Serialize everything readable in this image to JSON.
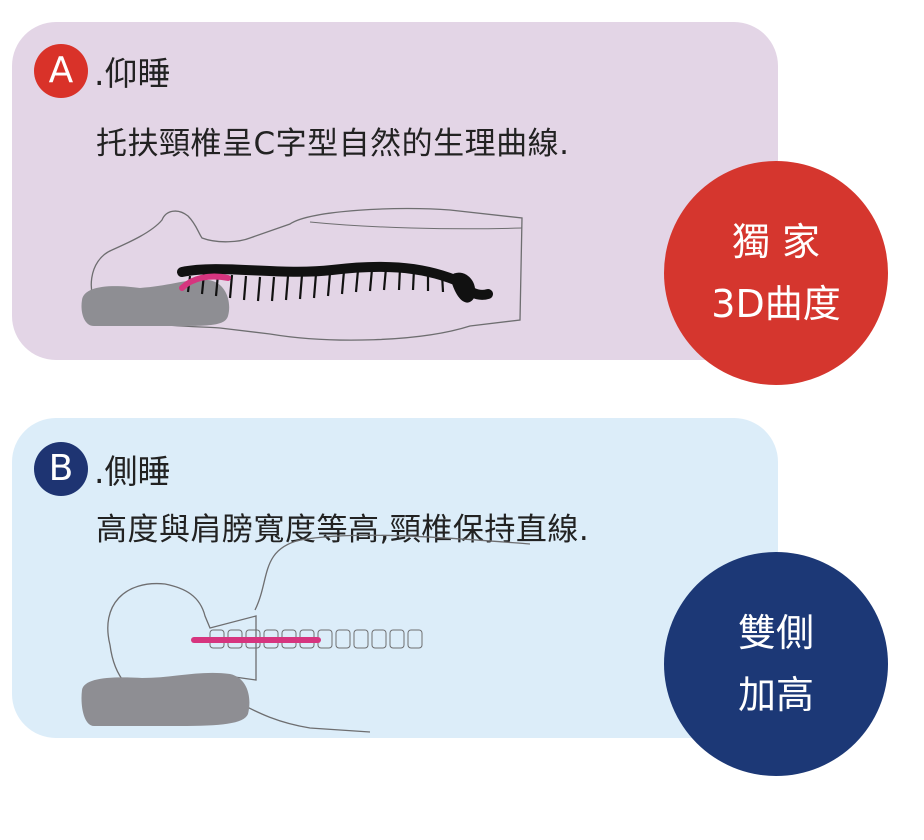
{
  "section_a": {
    "letter": "A",
    "title": ".仰睡",
    "description": "托扶頸椎呈C字型自然的生理曲線.",
    "badge": {
      "line1": "獨 家",
      "line2": "3D曲度",
      "color": "#d5362e"
    }
  },
  "section_b": {
    "letter": "B",
    "title": ".側睡",
    "description": "高度與肩膀寬度等高,頸椎保持直線.",
    "badge": {
      "line1": "雙側",
      "line2": "加高",
      "color": "#1c3876"
    }
  },
  "colors": {
    "card_a_bg": "#e3d5e6",
    "card_b_bg": "#dcedf9",
    "accent_pink": "#d6357f",
    "pillow_gray": "#8e8e93"
  },
  "icons": [
    "supine-body-outline-icon",
    "spine-icon",
    "pillow-icon",
    "side-head-outline-icon"
  ]
}
